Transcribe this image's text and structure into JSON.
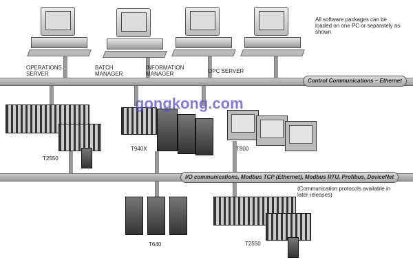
{
  "note": "All software packages can be loaded on one PC or separately as shown",
  "servers": [
    "OPERATIONS SERVER",
    "BATCH MANAGER",
    "INFORMATION MANAGER",
    "OPC SERVER"
  ],
  "control_bus_label": "Control Communications – Ethernet",
  "io_bus_label": "I/O communications, Modbus TCP (Ethernet), Modbus RTU, Profibus, DeviceNet",
  "io_note": "(Communication protocols available in later releases)",
  "devices": {
    "t2550_top": "T2550",
    "t940x": "T940X",
    "t800": "T800",
    "t640": "T640",
    "t2550_bottom": "T2550"
  },
  "watermark": "gongkong.com"
}
